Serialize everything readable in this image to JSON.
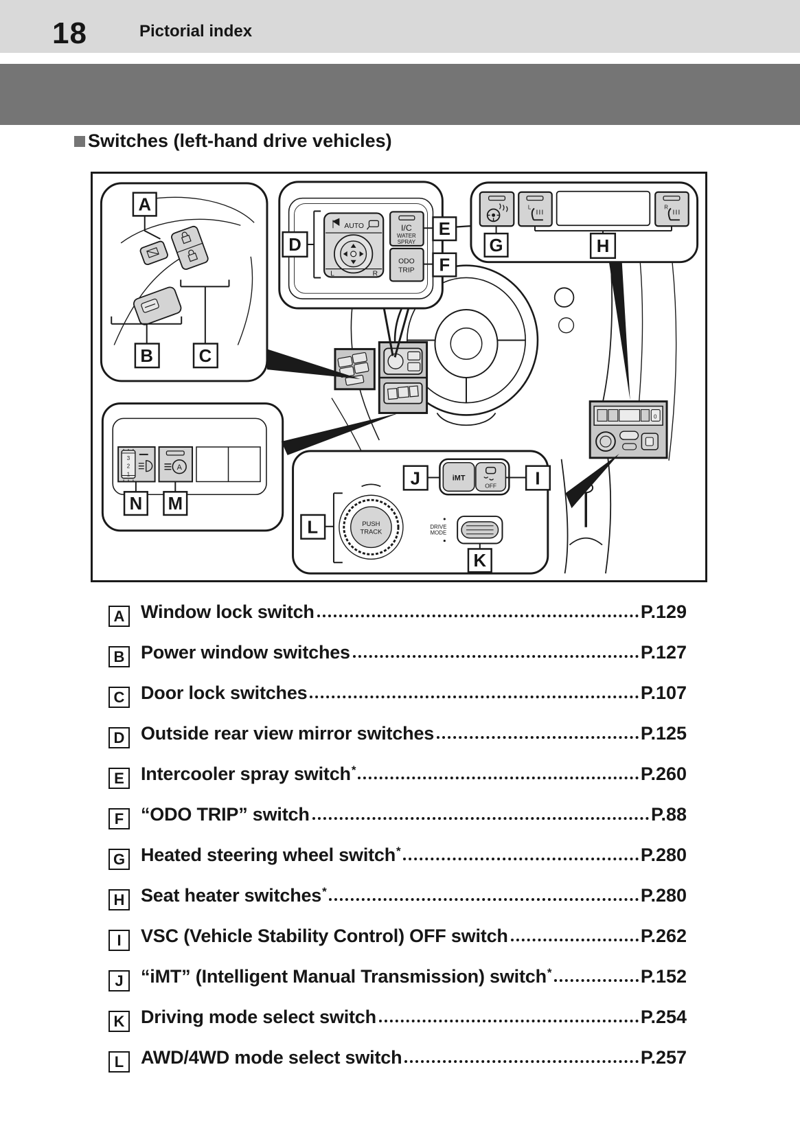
{
  "header": {
    "page_number": "18",
    "section_title": "Pictorial index"
  },
  "title": {
    "bullet": "■",
    "text": "Switches (left-hand drive vehicles)"
  },
  "colors": {
    "header_bg": "#d9d9d9",
    "band": "#757575",
    "ink": "#1a1a1a",
    "button_fill": "#d4d4d4",
    "panel_fill": "#c8c8c8"
  },
  "diagram": {
    "labels": {
      "a": "A",
      "b": "B",
      "c": "C",
      "d": "D",
      "e": "E",
      "f": "F",
      "g": "G",
      "h": "H",
      "i": "I",
      "j": "J",
      "k": "K",
      "l": "L",
      "m": "M",
      "n": "N"
    },
    "mirror": {
      "auto": "AUTO",
      "l": "L",
      "r": "R"
    },
    "ic": {
      "l1": "I/C",
      "l2": "WATER",
      "l3": "SPRAY"
    },
    "odo": {
      "l1": "ODO",
      "l2": "TRIP"
    },
    "seat": {
      "left": "L",
      "right": "R"
    },
    "console": {
      "imt": "iMT",
      "off": "OFF",
      "push": "PUSH",
      "track": "TRACK",
      "drive": "DRIVE",
      "mode": "MODE"
    },
    "headlight": {
      "n3": "3",
      "n2": "2",
      "n1": "1",
      "auto": "A"
    },
    "climate": {
      "zero": "0"
    }
  },
  "index": {
    "items": [
      {
        "letter": "A",
        "label": "Window lock switch",
        "sup": "",
        "page": "P.129"
      },
      {
        "letter": "B",
        "label": "Power window switches",
        "sup": "",
        "page": "P.127"
      },
      {
        "letter": "C",
        "label": "Door lock switches ",
        "sup": "",
        "page": "P.107"
      },
      {
        "letter": "D",
        "label": "Outside rear view mirror switches ",
        "sup": "",
        "page": "P.125"
      },
      {
        "letter": "E",
        "label": "Intercooler spray switch",
        "sup": "*",
        "page": "P.260"
      },
      {
        "letter": "F",
        "label": "“ODO TRIP” switch",
        "sup": "",
        "page": "P.88"
      },
      {
        "letter": "G",
        "label": "Heated steering wheel switch",
        "sup": "*",
        "page": "P.280"
      },
      {
        "letter": "H",
        "label": "Seat heater switches",
        "sup": "*",
        "page": "P.280"
      },
      {
        "letter": "I",
        "label": "VSC (Vehicle Stability Control) OFF switch",
        "sup": "",
        "page": "P.262"
      },
      {
        "letter": "J",
        "label": "“iMT” (Intelligent Manual Transmission) switch",
        "sup": "*",
        "page": "P.152"
      },
      {
        "letter": "K",
        "label": "Driving mode select switch",
        "sup": "",
        "page": "P.254"
      },
      {
        "letter": "L",
        "label": "AWD/4WD mode select switch",
        "sup": "",
        "page": "P.257"
      }
    ]
  }
}
